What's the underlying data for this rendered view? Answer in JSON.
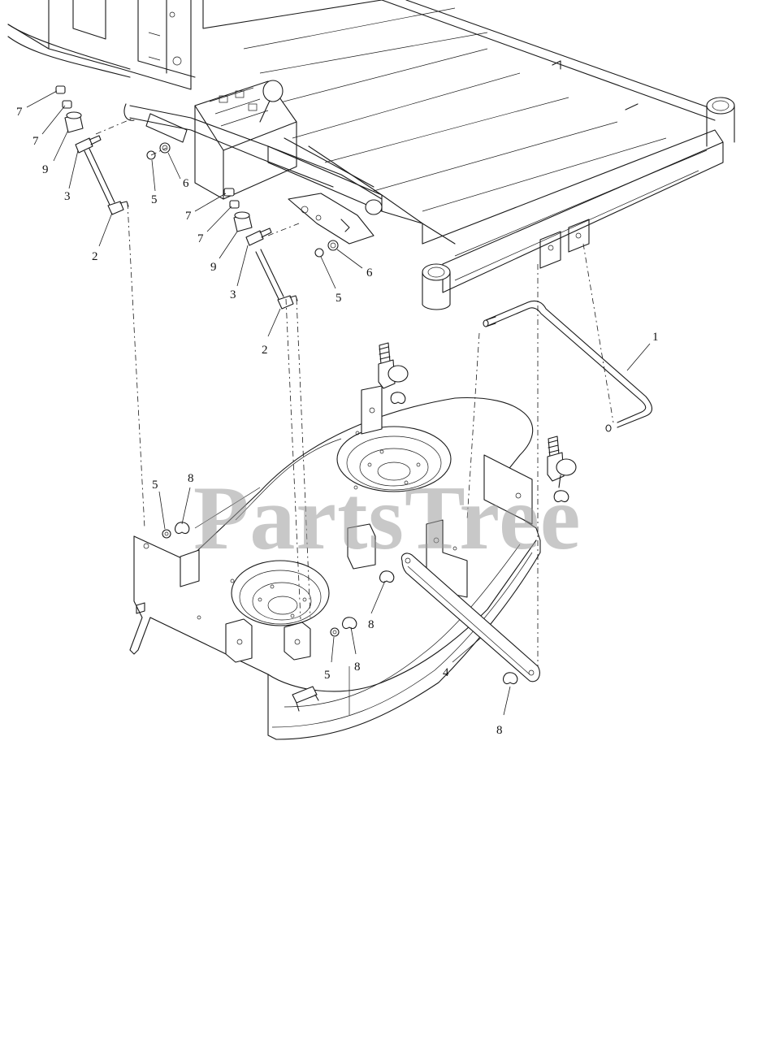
{
  "watermark": "PartsTree",
  "callouts": [
    {
      "id": "c-7a",
      "label": "7"
    },
    {
      "id": "c-7b",
      "label": "7"
    },
    {
      "id": "c-9a",
      "label": "9"
    },
    {
      "id": "c-3a",
      "label": "3"
    },
    {
      "id": "c-2a",
      "label": "2"
    },
    {
      "id": "c-5a",
      "label": "5"
    },
    {
      "id": "c-6a",
      "label": "6"
    },
    {
      "id": "c-7c",
      "label": "7"
    },
    {
      "id": "c-7d",
      "label": "7"
    },
    {
      "id": "c-9b",
      "label": "9"
    },
    {
      "id": "c-3b",
      "label": "3"
    },
    {
      "id": "c-2b",
      "label": "2"
    },
    {
      "id": "c-5b",
      "label": "5"
    },
    {
      "id": "c-6b",
      "label": "6"
    },
    {
      "id": "c-1",
      "label": "1"
    },
    {
      "id": "c-5c",
      "label": "5"
    },
    {
      "id": "c-8a",
      "label": "8"
    },
    {
      "id": "c-8b",
      "label": "8"
    },
    {
      "id": "c-5d",
      "label": "5"
    },
    {
      "id": "c-8c",
      "label": "8"
    },
    {
      "id": "c-4",
      "label": "4"
    },
    {
      "id": "c-8d",
      "label": "8"
    }
  ]
}
